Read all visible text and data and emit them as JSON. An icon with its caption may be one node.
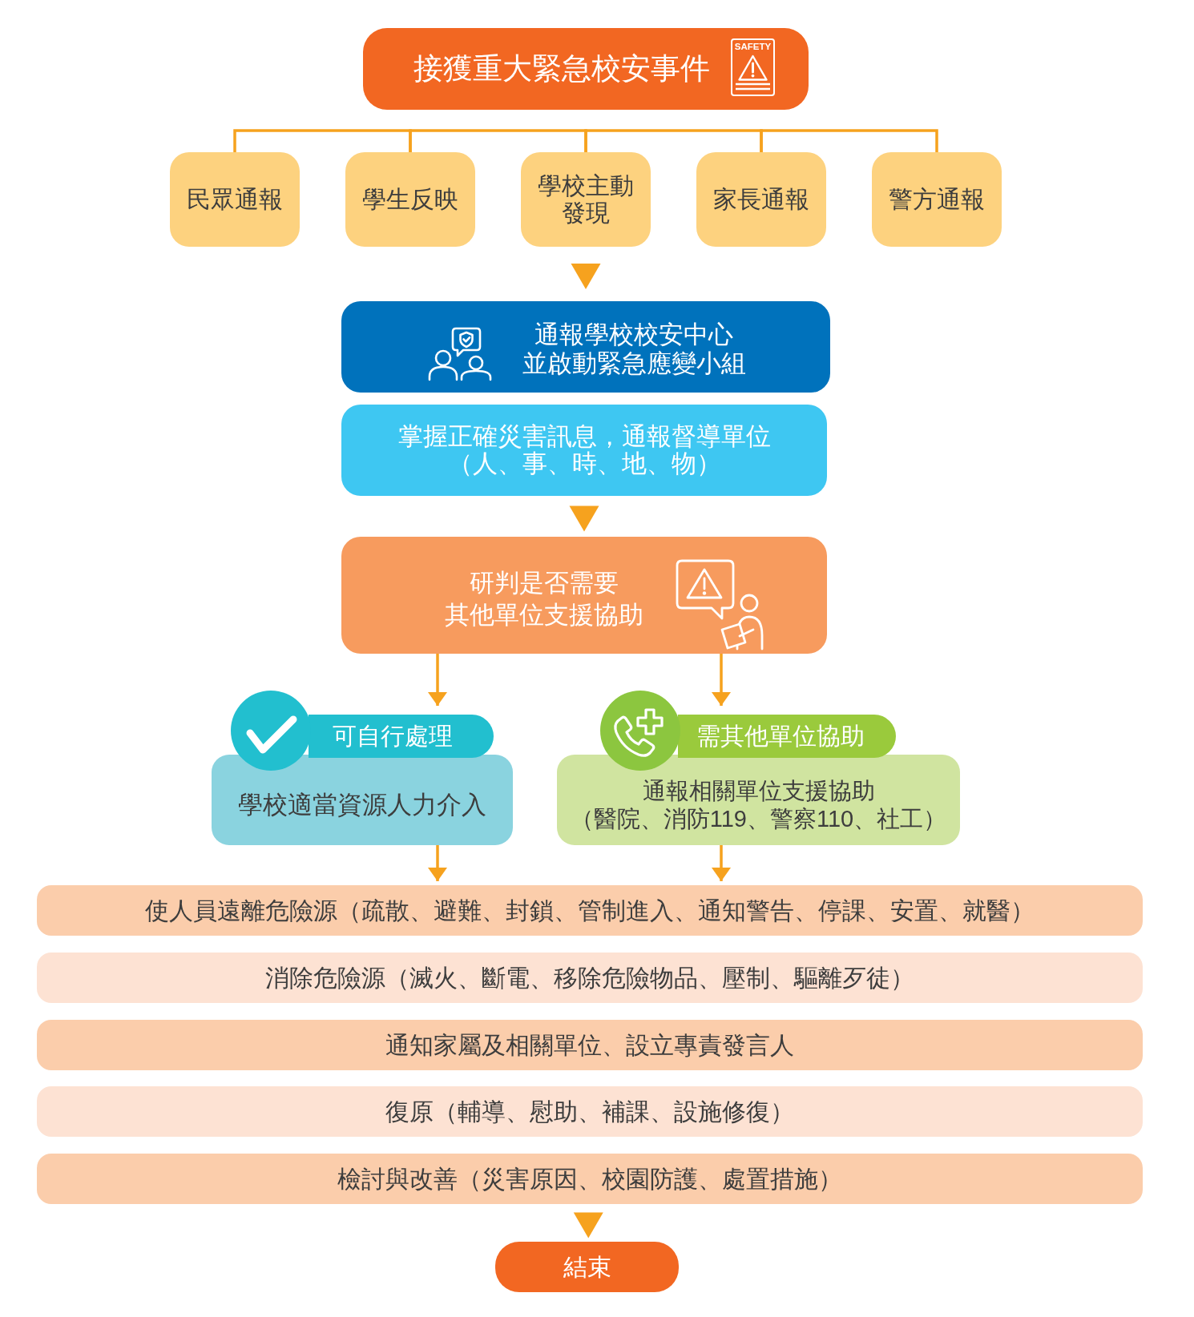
{
  "diagram": {
    "nodes": [
      {
        "text": [
          "接獲重大緊急校安事件"
        ]
      },
      {
        "text": [
          "民眾通報"
        ]
      },
      {
        "text": [
          "學生反映"
        ]
      },
      {
        "text": [
          "學校主動發現"
        ]
      },
      {
        "text": [
          "家長通報"
        ]
      },
      {
        "text": [
          "警方通報"
        ]
      },
      {
        "text": [
          "通報學校校安中心並啟動緊急應變小組"
        ]
      },
      {
        "text": [
          "掌握正確災害訊息，通報督導單位（人、事、時、地、物）"
        ]
      },
      {
        "text": [
          "研判是否需要其他單位支援協助"
        ]
      },
      {
        "text": [
          "可自行處理"
        ]
      },
      {
        "text": [
          "學校適當資源人力介入"
        ]
      },
      {
        "text": [
          "需其他單位協助"
        ]
      },
      {
        "text": [
          "通報相關單位支援協助（醫院、消防119、警察110、社工）"
        ]
      },
      {
        "text": [
          "使人員遠離危險源（疏散、避難、封鎖、管制進入、通知警告、停課、安置、就醫）"
        ]
      },
      {
        "text": [
          "消除危險源（滅火、斷電、移除危險物品、壓制、驅離歹徒）"
        ]
      },
      {
        "text": [
          "通知家屬及相關單位、設立專責發言人"
        ]
      },
      {
        "text": [
          "復原（輔導、慰助、補課、設施修復）"
        ]
      },
      {
        "text": [
          "檢討與改善（災害原因、校園防護、處置措施）"
        ]
      },
      {
        "text": [
          "結束"
        ]
      }
    ],
    "edges": [
      {
        "from": 1,
        "to": 2,
        "arrow": "none"
      },
      {
        "from": 2,
        "to": 3,
        "arrow": "none"
      },
      {
        "from": 3,
        "to": 4,
        "arrow": "none"
      },
      {
        "from": 4,
        "to": 5,
        "arrow": "none"
      },
      {
        "from": 3,
        "to": 6,
        "arrow": "to"
      },
      {
        "from": 7,
        "to": 8,
        "arrow": "to"
      },
      {
        "from": 8,
        "to": 9,
        "arrow": "to"
      },
      {
        "from": 8,
        "to": 11,
        "arrow": "to"
      },
      {
        "from": 10,
        "to": 13,
        "arrow": "to"
      },
      {
        "from": 12,
        "to": 13,
        "arrow": "to"
      },
      {
        "from": 17,
        "to": 18,
        "arrow": "to"
      }
    ],
    "labels": [
      "SAFETY"
    ]
  }
}
